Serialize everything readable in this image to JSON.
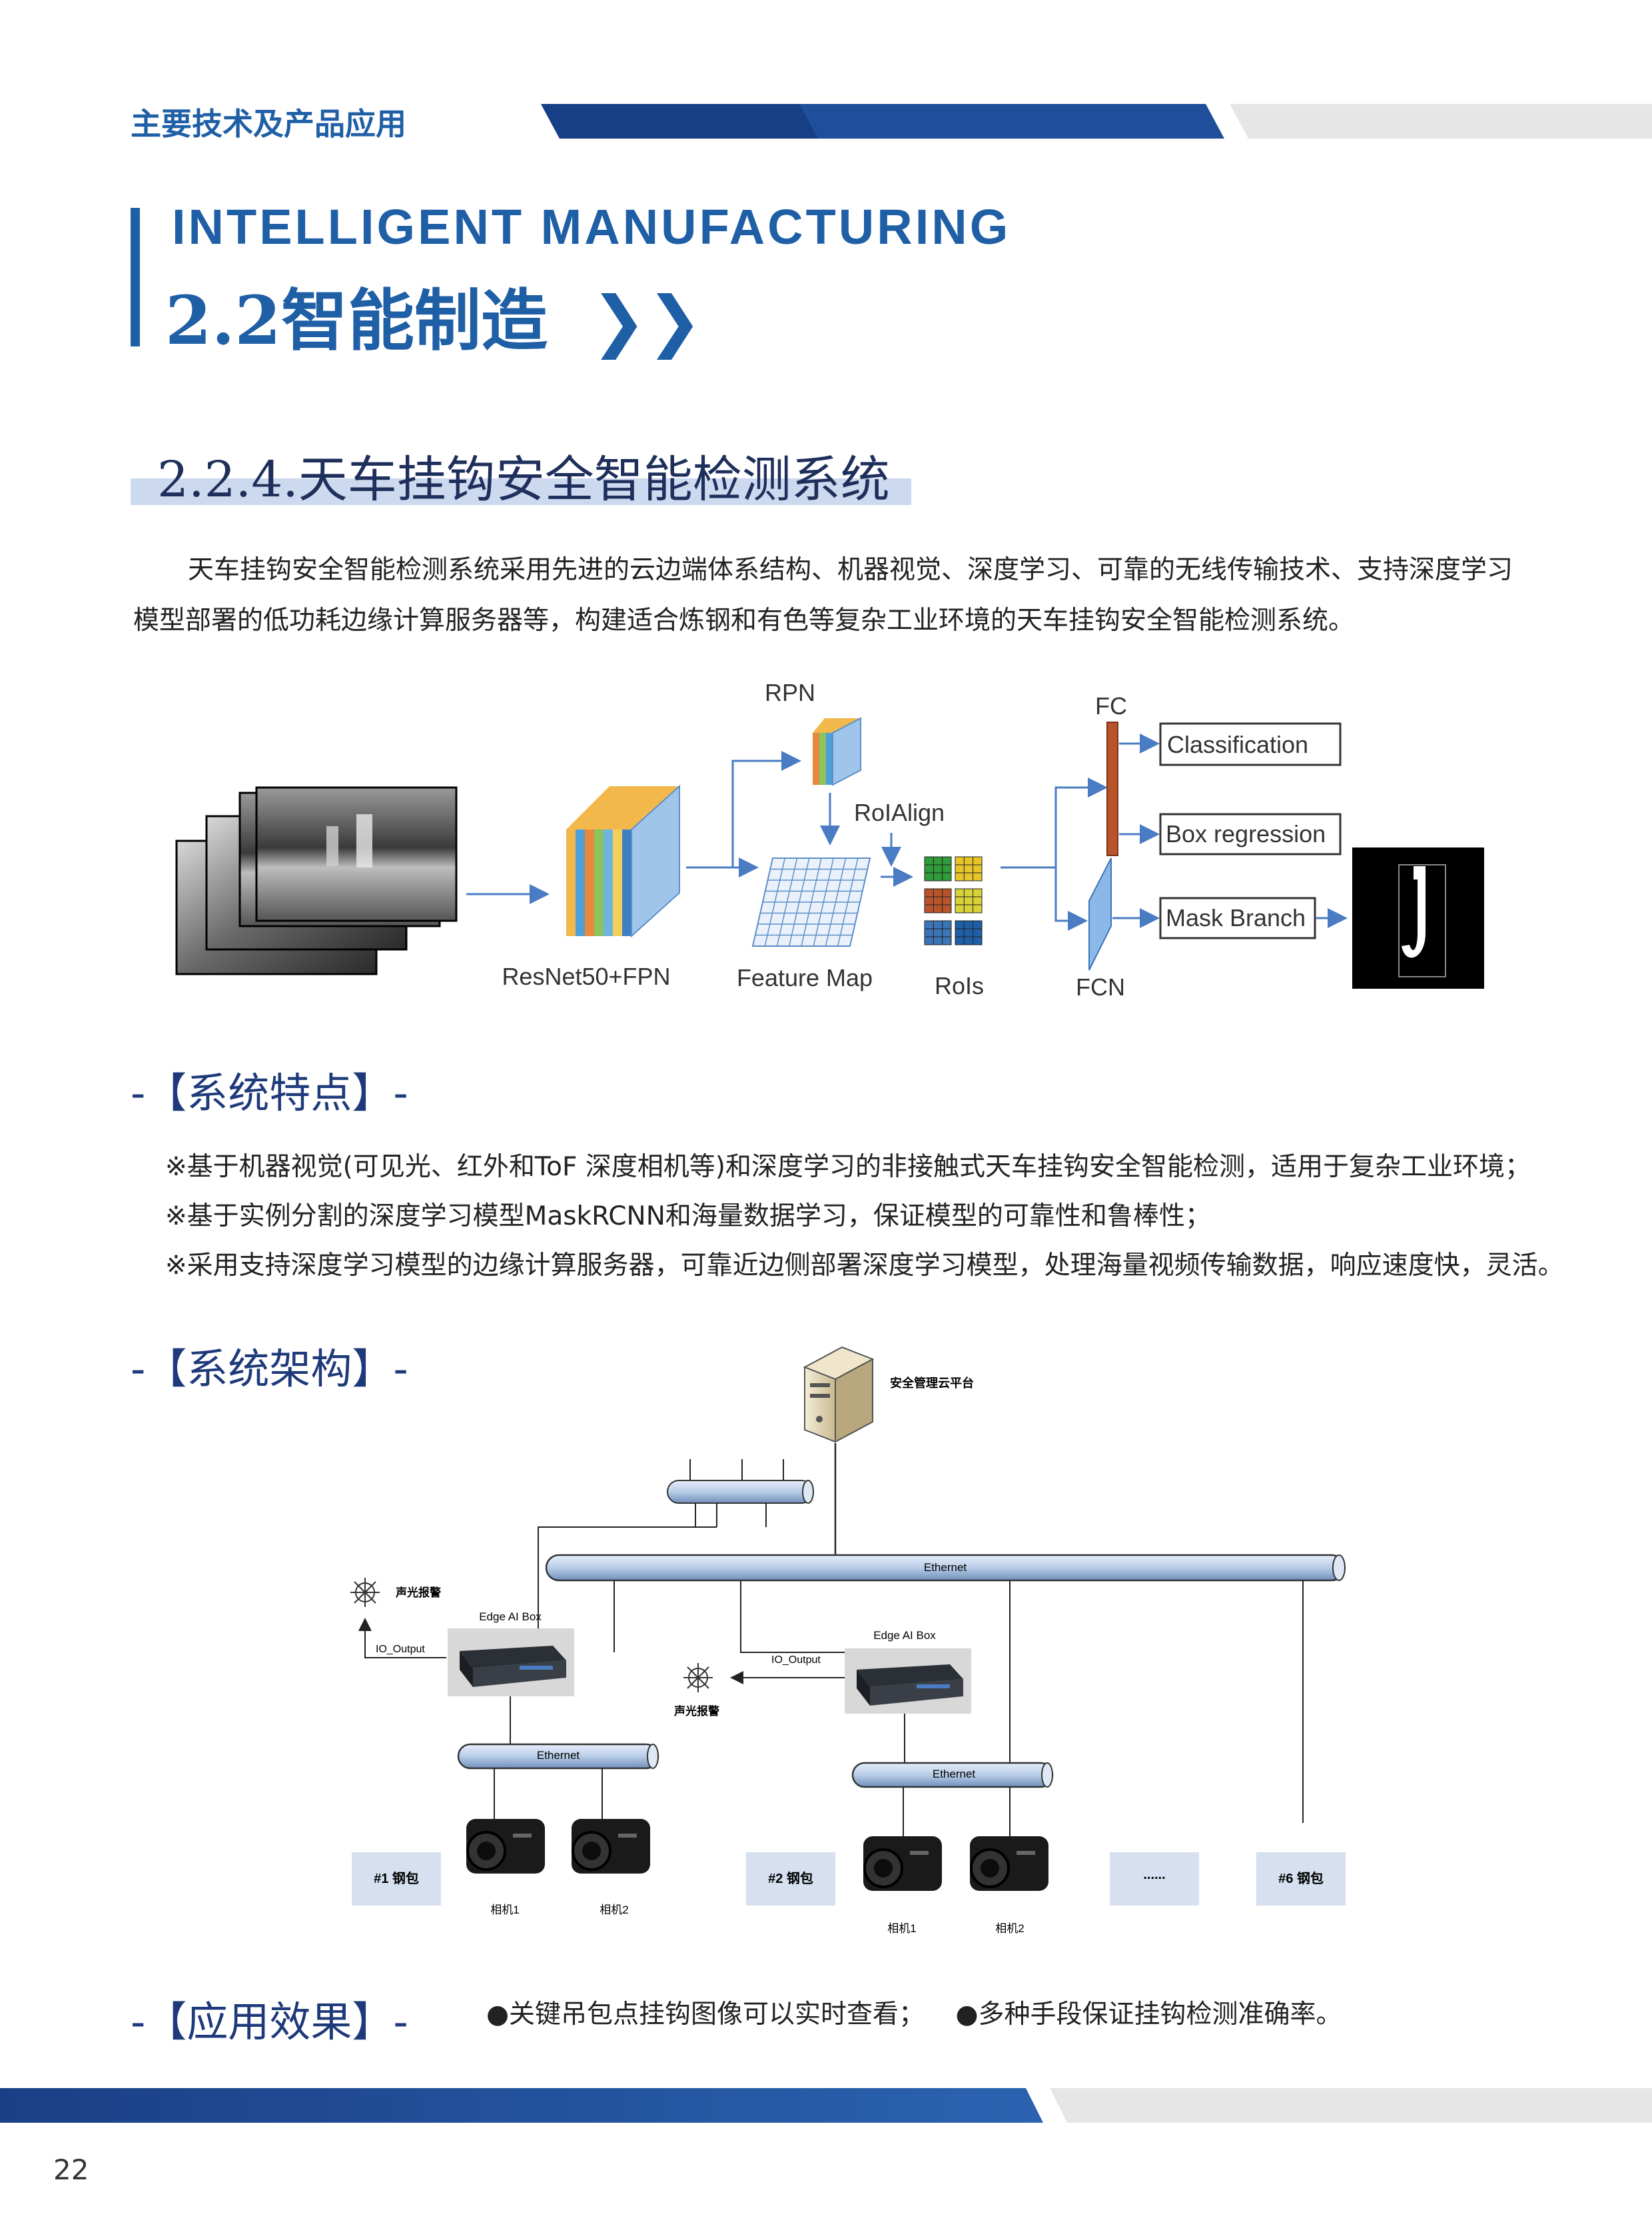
{
  "header": {
    "label": "主要技术及产品应用"
  },
  "section": {
    "en_title": "INTELLIGENT MANUFACTURING",
    "cn_title": "2.2智能制造",
    "arrows": "❯❯"
  },
  "subsection": {
    "title": "2.2.4.天车挂钩安全智能检测系统"
  },
  "intro": "天车挂钩安全智能检测系统采用先进的云边端体系结构、机器视觉、深度学习、可靠的无线传输技术、支持深度学习模型部署的低功耗边缘计算服务器等，构建适合炼钢和有色等复杂工业环境的天车挂钩安全智能检测系统。",
  "pipeline": {
    "backbone": "ResNet50+FPN",
    "rpn": "RPN",
    "feature_map": "Feature Map",
    "roialign": "RoIAlign",
    "rois": "RoIs",
    "fc": "FC",
    "fcn": "FCN",
    "heads": [
      "Classification",
      "Box regression",
      "Mask Branch"
    ]
  },
  "features": {
    "heading": "-【系统特点】-",
    "items": [
      "※基于机器视觉(可见光、红外和ToF 深度相机等)和深度学习的非接触式天车挂钩安全智能检测，适用于复杂工业环境；",
      "※基于实例分割的深度学习模型MaskRCNN和海量数据学习，保证模型的可靠性和鲁棒性；",
      "※采用支持深度学习模型的边缘计算服务器，可靠近边侧部署深度学习模型，处理海量视频传输数据，响应速度快，灵活。"
    ]
  },
  "architecture": {
    "heading": "-【系统架构】-",
    "cloud": "安全管理云平台",
    "ethernet": "Ethernet",
    "edge_box": "Edge AI Box",
    "io_output": "IO_Output",
    "alarm": "声光报警",
    "camera1": "相机1",
    "camera2": "相机2",
    "ladles": [
      "#1 钢包",
      "#2 钢包",
      "......",
      "#6 钢包"
    ]
  },
  "effects": {
    "heading": "-【应用效果】-",
    "items": [
      "●关键吊包点挂钩图像可以实时查看；",
      "●多种手段保证挂钩检测准确率。"
    ]
  },
  "page_number": "22",
  "colors": {
    "primary": "#1f5fa6",
    "dark_navy": "#1e3a7a",
    "highlight": "#cdd9ee",
    "band_gray": "#e6e6e6"
  }
}
